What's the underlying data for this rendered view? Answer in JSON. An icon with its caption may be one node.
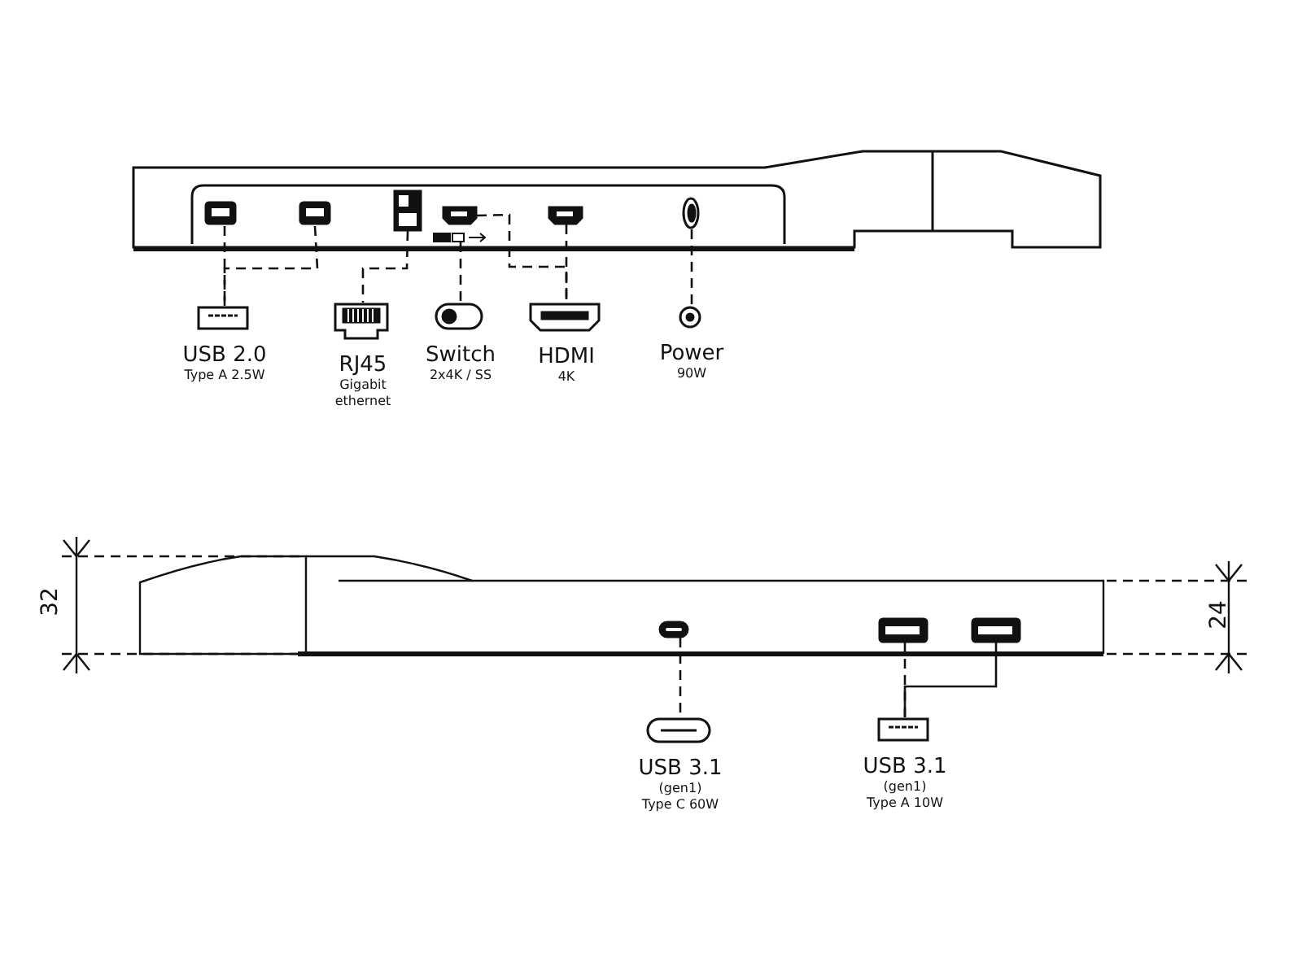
{
  "diagram": {
    "nodes": [
      {
        "text": [],
        "shape": "picture"
      },
      {
        "text": [],
        "shape": "picture"
      },
      {
        "text": [],
        "shape": "picture"
      },
      {
        "text": [],
        "shape": "picture"
      },
      {
        "text": [],
        "shape": "picture"
      },
      {
        "text": [],
        "shape": "picture"
      },
      {
        "text": [],
        "shape": "picture"
      },
      {
        "text": [
          "USB 2.0",
          "Type A 2.5W"
        ]
      },
      {
        "text": [
          "RJ45",
          "Gigabit ethernet"
        ]
      },
      {
        "text": [
          "Switch",
          "2x4K / SS"
        ]
      },
      {
        "text": [
          "HDMI",
          "4K"
        ]
      },
      {
        "text": [
          "Power",
          "90W"
        ]
      },
      {
        "text": [],
        "shape": "picture"
      },
      {
        "text": [],
        "shape": "picture"
      },
      {
        "text": [],
        "shape": "picture"
      },
      {
        "text": [
          "USB 3.1",
          "(gen1)",
          "Type C 60W"
        ]
      },
      {
        "text": [
          "USB 3.1",
          "(gen1)",
          "Type A 10W"
        ]
      }
    ],
    "edges": [
      {
        "from": 0,
        "to": 7,
        "arrow": "none",
        "style": "dashed"
      },
      {
        "from": 1,
        "to": 7,
        "arrow": "none",
        "style": "dashed"
      },
      {
        "from": 2,
        "to": 8,
        "arrow": "none",
        "style": "dashed"
      },
      {
        "from": 4,
        "to": 9,
        "arrow": "none",
        "style": "dashed"
      },
      {
        "from": 3,
        "to": 10,
        "arrow": "none",
        "style": "dashed"
      },
      {
        "from": 5,
        "to": 10,
        "arrow": "none",
        "style": "dashed"
      },
      {
        "from": 6,
        "to": 11,
        "arrow": "none",
        "style": "dashed"
      },
      {
        "from": 12,
        "to": 15,
        "arrow": "none",
        "style": "dashed"
      },
      {
        "from": 13,
        "to": 16,
        "arrow": "none",
        "style": "dashed"
      },
      {
        "from": 14,
        "to": 16,
        "arrow": "none"
      }
    ],
    "labels": [
      "32",
      "24"
    ]
  }
}
